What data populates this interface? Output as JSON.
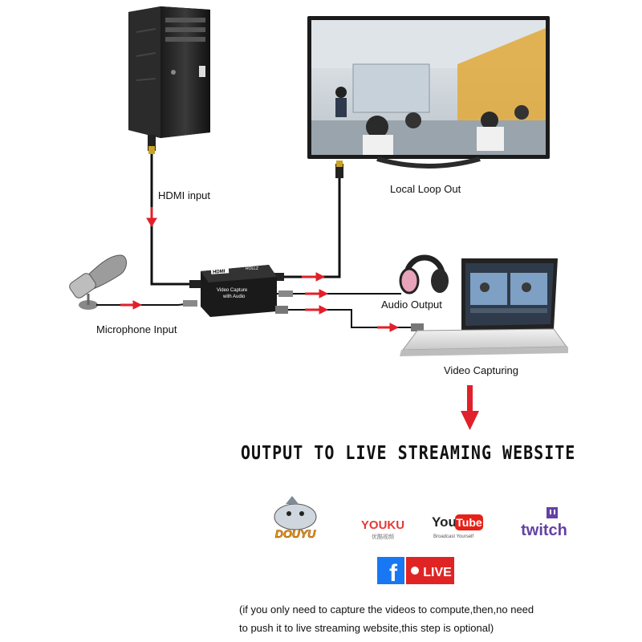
{
  "labels": {
    "hdmi_input": "HDMI input",
    "local_loop_out": "Local Loop Out",
    "microphone_input": "Microphone Input",
    "audio_output": "Audio Output",
    "video_capturing": "Video Capturing"
  },
  "device": {
    "logo": "HDMI",
    "brand": "ROLLZ",
    "line1": "Video  Capture",
    "line2": "with Audio"
  },
  "headline": "OUTPUT TO LIVE STREAMING WEBSITE",
  "platforms": {
    "douyu": "DOUYU",
    "youku": "YOUKU",
    "youku_sub": "优酷视频",
    "youtube_you": "You",
    "youtube_tube": "Tube",
    "youtube_sub": "Broadcast Yourself",
    "twitch": "twitch",
    "facebook": "f",
    "live": "LIVE"
  },
  "note": {
    "line1": "(if you only need to capture the videos to compute,then,no need",
    "line2": "to push it to live streaming website,this step is optional)"
  },
  "colors": {
    "arrow_red": "#e0202a",
    "youtube_red": "#e62117",
    "twitch_purple": "#6441a5",
    "facebook_blue": "#1877f2",
    "live_red": "#e02424",
    "douyu_orange": "#f39c12"
  }
}
